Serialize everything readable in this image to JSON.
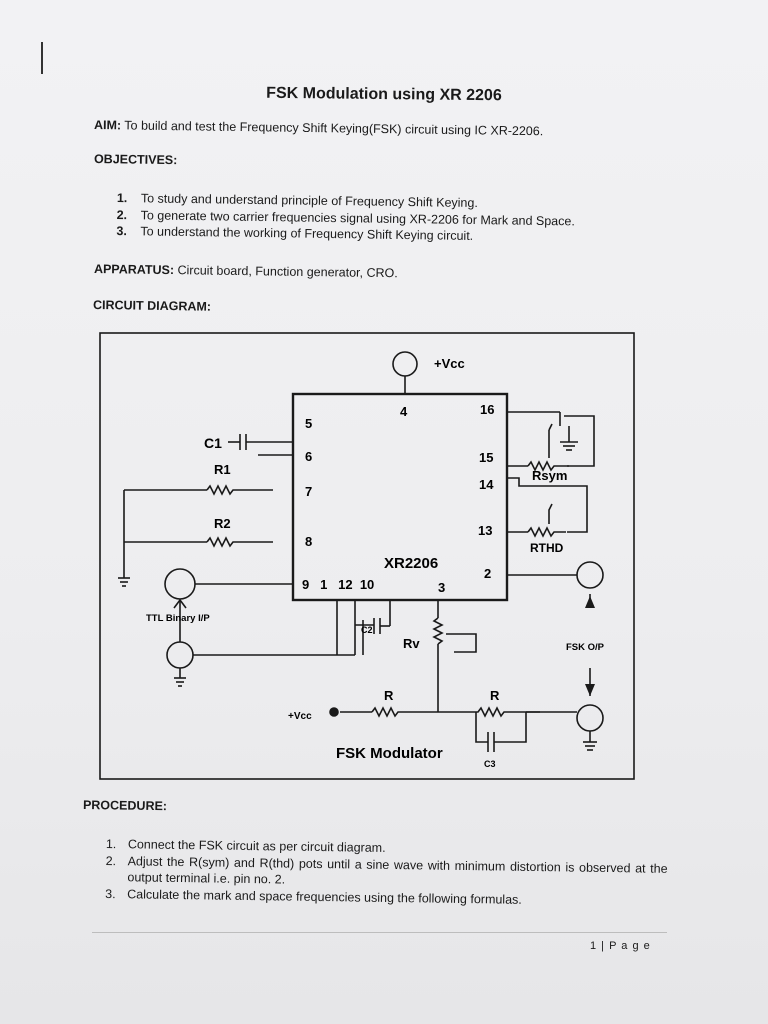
{
  "document": {
    "title": "FSK Modulation using XR 2206",
    "aim_label": "AIM:",
    "aim_text": " To build and test the Frequency Shift Keying(FSK) circuit using IC XR-2206.",
    "objectives_label": "OBJECTIVES:",
    "objectives": [
      {
        "num": "1.",
        "text": "To study and understand principle of Frequency Shift Keying."
      },
      {
        "num": "2.",
        "text": "To generate two carrier frequencies signal using XR-2206 for Mark and Space."
      },
      {
        "num": "3.",
        "text": "To understand the working of Frequency Shift Keying circuit."
      }
    ],
    "apparatus_label": "APPARATUS:",
    "apparatus_text": " Circuit board, Function generator, CRO.",
    "circuit_label": "CIRCUIT DIAGRAM:",
    "procedure_label": "PROCEDURE:",
    "procedure": [
      {
        "num": "1.",
        "text": "Connect the FSK circuit as per circuit diagram."
      },
      {
        "num": "2.",
        "text": "Adjust the R(sym) and R(thd) pots until a sine wave with minimum distortion is observed at the output terminal i.e. pin no. 2."
      },
      {
        "num": "3.",
        "text": "Calculate the mark and space frequencies using the following formulas."
      }
    ],
    "footer": "1 | P a g e"
  },
  "circuit": {
    "vcc_top": "+Vcc",
    "ic_name": "XR2206",
    "pins": {
      "p4": "4",
      "p16": "16",
      "p5": "5",
      "p6": "6",
      "p15": "15",
      "p7": "7",
      "p14": "14",
      "p13": "13",
      "p8": "8",
      "p2": "2",
      "bottom_left": "9   1   12  10",
      "p3": "3"
    },
    "c1": "C1",
    "r1": "R1",
    "r2": "R2",
    "rsym": "Rsym",
    "rthd": "RTHD",
    "ttl": "TTL Binary I/P",
    "c2": "C2",
    "rv": "Rv",
    "fsk_op": "FSK O/P",
    "r_left": "R",
    "r_right": "R",
    "vcc_bottom": "+Vcc",
    "c3": "C3",
    "caption": "FSK Modulator"
  },
  "colors": {
    "ink": "#1a1a1a",
    "paper": "#efeff1"
  }
}
